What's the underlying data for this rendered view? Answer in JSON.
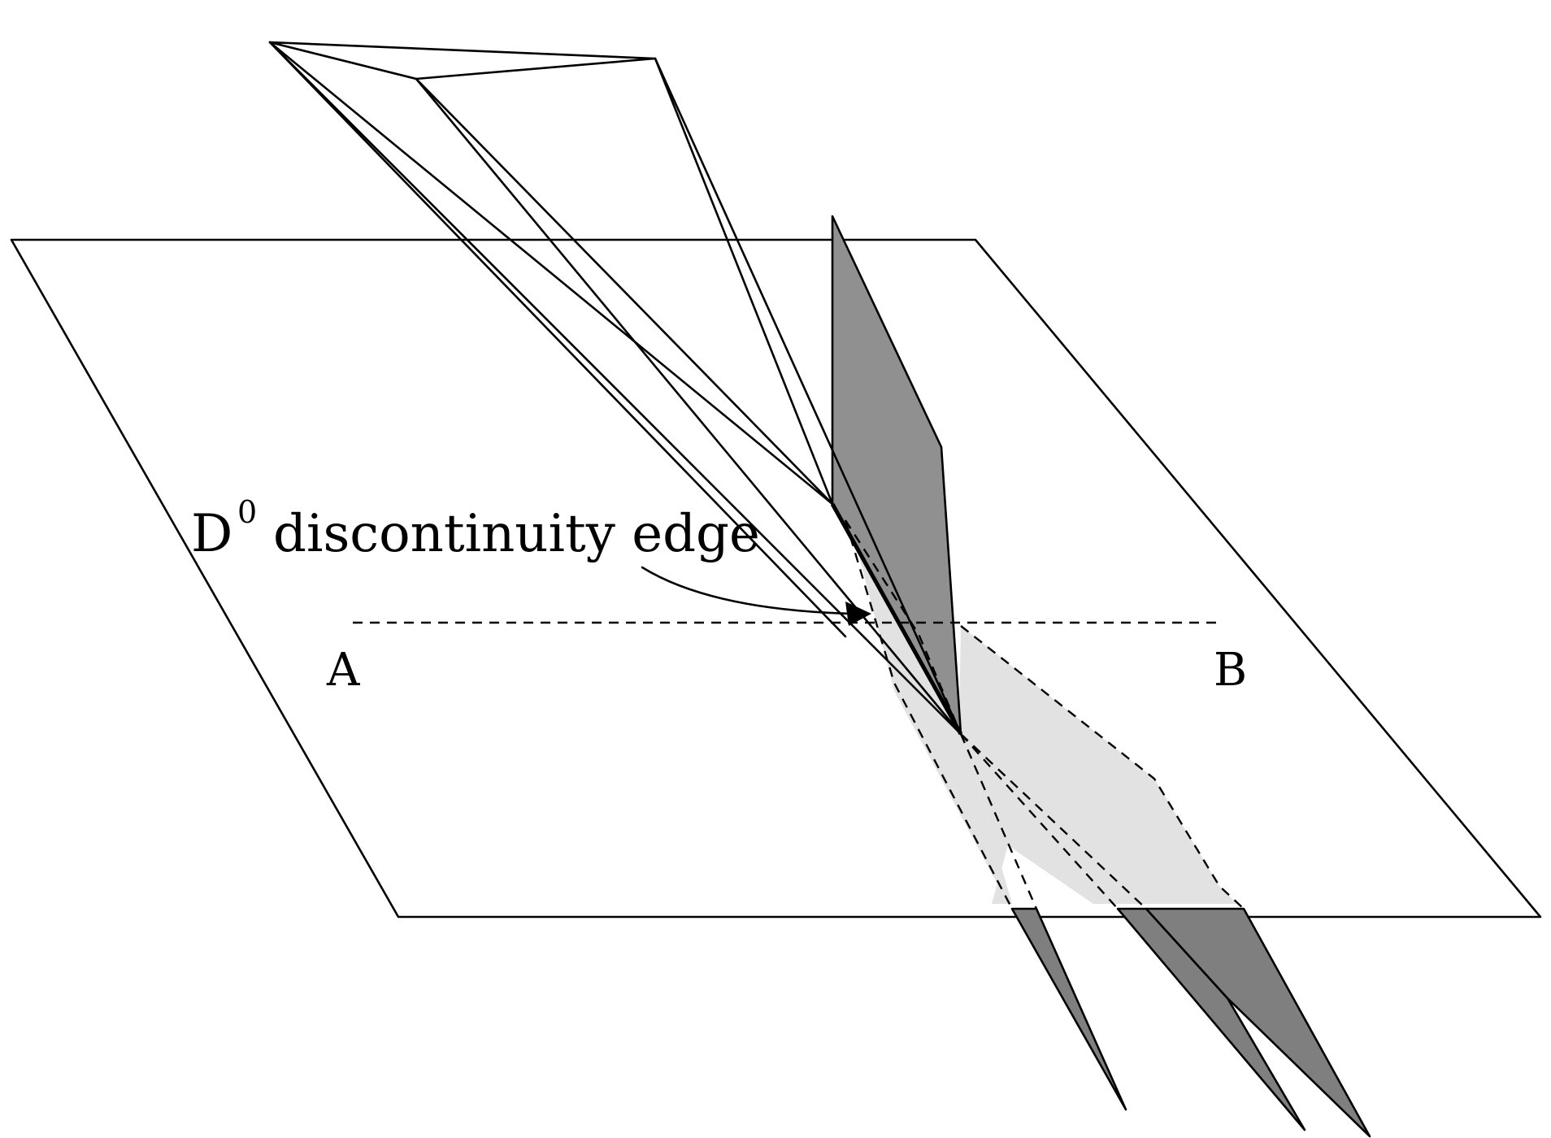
{
  "diagram": {
    "caption_letter": "D",
    "caption_superscript": "0",
    "caption_text": "discontinuity edge",
    "point_a": "A",
    "point_b": "B",
    "colors": {
      "occluder_face": "#909090",
      "shadow_on_plane": "#e2e2e2",
      "shadow_below_plane": "#7f7f7f",
      "stroke": "#000000",
      "background": "#ffffff"
    }
  }
}
